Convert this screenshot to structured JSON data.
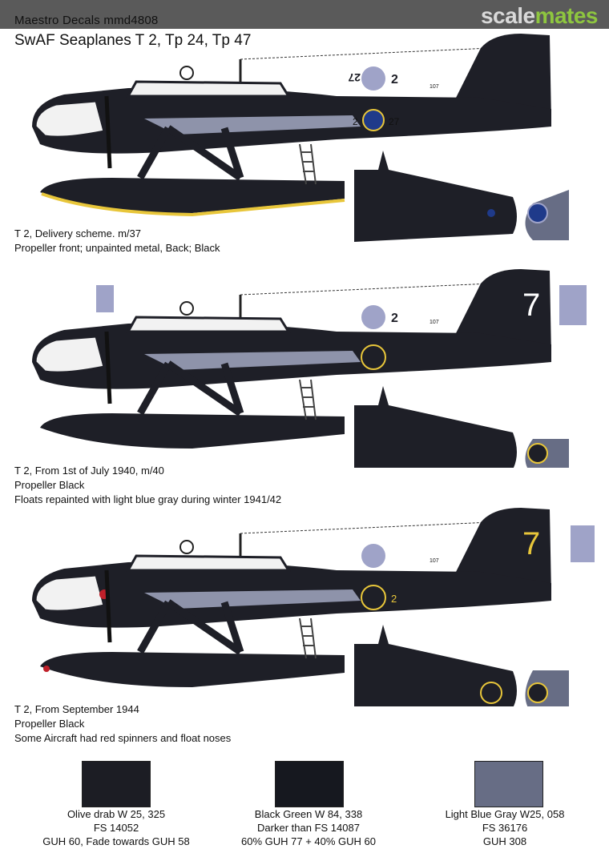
{
  "header": {
    "maker": "Maestro Decals mmd4808",
    "brand_part1": "scale",
    "brand_part2": "mates",
    "title": "SwAF Seaplanes T 2, Tp 24, Tp 47"
  },
  "schemes": [
    {
      "caption": [
        "T 2, Delivery scheme. m/37",
        "Propeller front; unpainted metal, Back; Black"
      ],
      "wing_marks": [
        "2",
        "27"
      ],
      "fuselage_marks": [
        "2",
        "27"
      ],
      "fin_code": "",
      "serial": "107",
      "float_color": "#e8c63a"
    },
    {
      "caption": [
        "T 2, From 1st of July 1940, m/40",
        "Propeller Black",
        "Floats repainted with light blue gray during winter 1941/42"
      ],
      "wing_marks": [
        "2"
      ],
      "fuselage_marks": [],
      "fin_code": "7",
      "serial": "107",
      "float_color": "#1a1b22"
    },
    {
      "caption": [
        "T 2, From September 1944",
        "Propeller Black",
        "Some Aircraft had red spinners and float noses"
      ],
      "wing_marks": [],
      "fuselage_marks": [
        "2"
      ],
      "fin_code": "7",
      "serial": "107",
      "float_color": "#e8c63a"
    }
  ],
  "swatches": [
    {
      "color": "#1c1d24",
      "lines": [
        "Olive drab W 25, 325",
        "FS 14052",
        "GUH 60, Fade towards GUH 58"
      ]
    },
    {
      "color": "#16181f",
      "lines": [
        "Black Green W 84, 338",
        "Darker than FS 14087",
        "60% GUH 77 + 40% GUH 60"
      ]
    },
    {
      "color": "#676d85",
      "lines": [
        "Light Blue Gray W25, 058",
        "FS 36176",
        "GUH 308"
      ]
    }
  ],
  "colors": {
    "aircraft": "#1e1f27",
    "lightgray": "#8e93aa",
    "roundel_blue": "#1f3a8a",
    "roundel_yellow": "#e8c63a"
  }
}
